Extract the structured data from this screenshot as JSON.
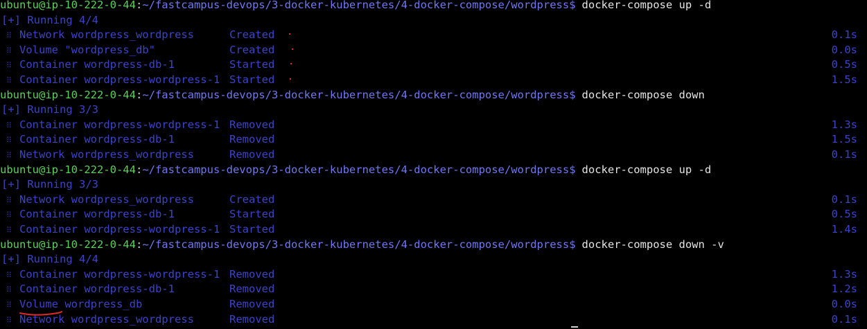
{
  "terminal": {
    "prompt_user": "ubuntu@ip-10-222-0-44",
    "prompt_path": "~/fastcampus-devops/3-docker-kubernetes/4-docker-compose/wordpress$",
    "blocks": [
      {
        "command": "docker-compose up -d",
        "status": "[+] Running 4/4",
        "rows": [
          {
            "name": "Network wordpress_wordpress",
            "state": "Created",
            "time": "0.1s"
          },
          {
            "name": "Volume \"wordpress_db\"",
            "state": "Created",
            "time": "0.0s"
          },
          {
            "name": "Container wordpress-db-1",
            "state": "Started",
            "time": "0.5s"
          },
          {
            "name": "Container wordpress-wordpress-1",
            "state": "Started",
            "time": "1.5s"
          }
        ]
      },
      {
        "command": "docker-compose down",
        "status": "[+] Running 3/3",
        "rows": [
          {
            "name": "Container wordpress-wordpress-1",
            "state": "Removed",
            "time": "1.3s"
          },
          {
            "name": "Container wordpress-db-1",
            "state": "Removed",
            "time": "1.5s"
          },
          {
            "name": "Network wordpress_wordpress",
            "state": "Removed",
            "time": "0.1s"
          }
        ]
      },
      {
        "command": "docker-compose up -d",
        "status": "[+] Running 3/3",
        "rows": [
          {
            "name": "Network wordpress_wordpress",
            "state": "Created",
            "time": "0.1s"
          },
          {
            "name": "Container wordpress-db-1",
            "state": "Started",
            "time": "0.5s"
          },
          {
            "name": "Container wordpress-wordpress-1",
            "state": "Started",
            "time": "1.4s"
          }
        ]
      },
      {
        "command": "docker-compose down -v",
        "status": "[+] Running 4/4",
        "rows": [
          {
            "name": "Container wordpress-wordpress-1",
            "state": "Removed",
            "time": "1.3s"
          },
          {
            "name": "Container wordpress-db-1",
            "state": "Removed",
            "time": "1.2s"
          },
          {
            "name": "Volume wordpress_db",
            "state": "Removed",
            "time": "0.0s"
          },
          {
            "name": "Network wordpress_wordpress",
            "state": "Removed",
            "time": "0.1s"
          }
        ]
      }
    ],
    "bullet_glyph": "⠿",
    "annotation_color": "#e02a2a"
  }
}
